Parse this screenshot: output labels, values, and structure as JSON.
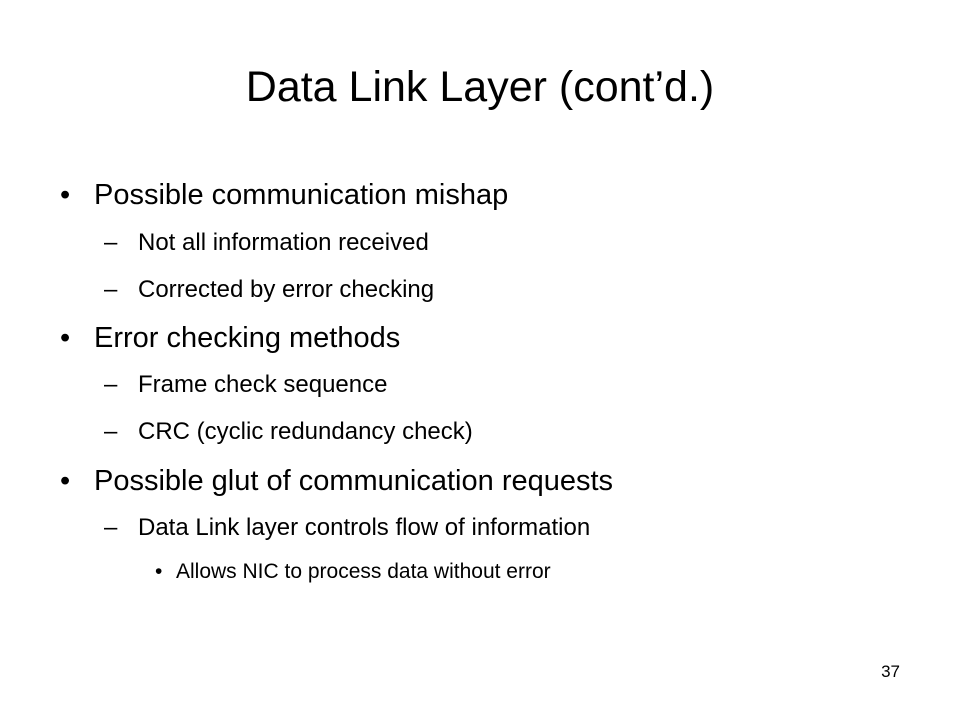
{
  "slide": {
    "title": "Data Link Layer (cont’d.)",
    "page_number": "37",
    "bullets": [
      {
        "marker": "•",
        "text": "Possible communication mishap"
      },
      {
        "marker": "–",
        "text": "Not all information received"
      },
      {
        "marker": "–",
        "text": "Corrected by error checking"
      },
      {
        "marker": "•",
        "text": "Error checking methods"
      },
      {
        "marker": "–",
        "text": "Frame check sequence"
      },
      {
        "marker": "–",
        "text": "CRC (cyclic redundancy check)"
      },
      {
        "marker": "•",
        "text": "Possible glut of communication requests"
      },
      {
        "marker": "–",
        "text": "Data Link layer controls flow of information"
      },
      {
        "marker": "•",
        "text": "Allows NIC to process data without error"
      }
    ]
  }
}
